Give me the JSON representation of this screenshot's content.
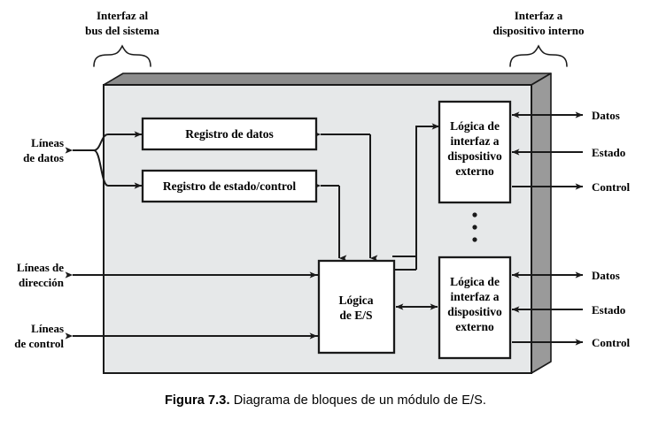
{
  "figure": {
    "caption_number": "Figura 7.3.",
    "caption_text": "Diagrama de bloques de un módulo de E/S.",
    "title_left": "Interfaz al",
    "title_left_2": "bus del sistema",
    "title_right": "Interfaz a",
    "title_right_2": "dispositivo interno"
  },
  "colors": {
    "enclosure_front": "#e6e8e9",
    "enclosure_top": "#8c8c8c",
    "enclosure_side": "#9a9a9a",
    "box_fill": "#ffffff",
    "stroke": "#1a1a1a",
    "text": "#000000"
  },
  "left_labels": [
    {
      "line1": "Líneas",
      "line2": "de datos"
    },
    {
      "line1": "Líneas de",
      "line2": "dirección"
    },
    {
      "line1": "Líneas",
      "line2": "de control"
    }
  ],
  "boxes": {
    "data_register": {
      "label": "Registro de datos"
    },
    "status_register": {
      "label": "Registro de estado/control"
    },
    "io_logic": {
      "line1": "Lógica",
      "line2": "de E/S"
    },
    "ext_iface_top": {
      "line1": "Lógica de",
      "line2": "interfaz a",
      "line3": "dispositivo",
      "line4": "externo"
    },
    "ext_iface_bottom": {
      "line1": "Lógica de",
      "line2": "interfaz a",
      "line3": "dispositivo",
      "line4": "externo"
    }
  },
  "right_labels_top": [
    "Datos",
    "Estado",
    "Control"
  ],
  "right_labels_bottom": [
    "Datos",
    "Estado",
    "Control"
  ],
  "ellipsis": "three-vertical-dots"
}
